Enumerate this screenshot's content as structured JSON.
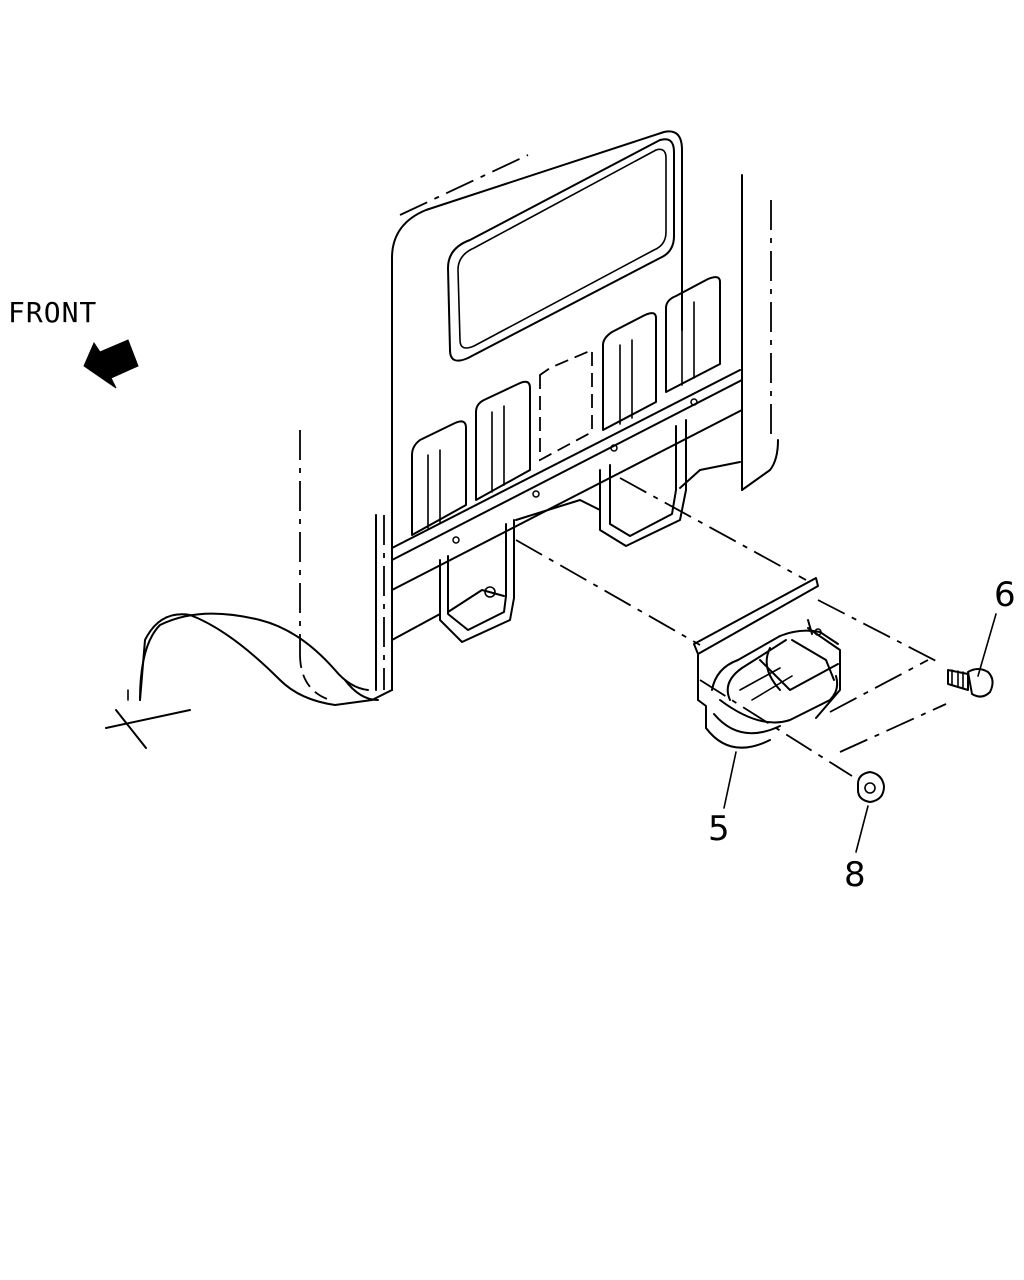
{
  "direction_label": "FRONT",
  "callouts": {
    "bracket": "5",
    "bolt": "6",
    "nut": "8"
  },
  "icons": {
    "direction_arrow": "arrow-up-left-icon"
  },
  "colors": {
    "line": "#000000",
    "background": "#ffffff"
  }
}
